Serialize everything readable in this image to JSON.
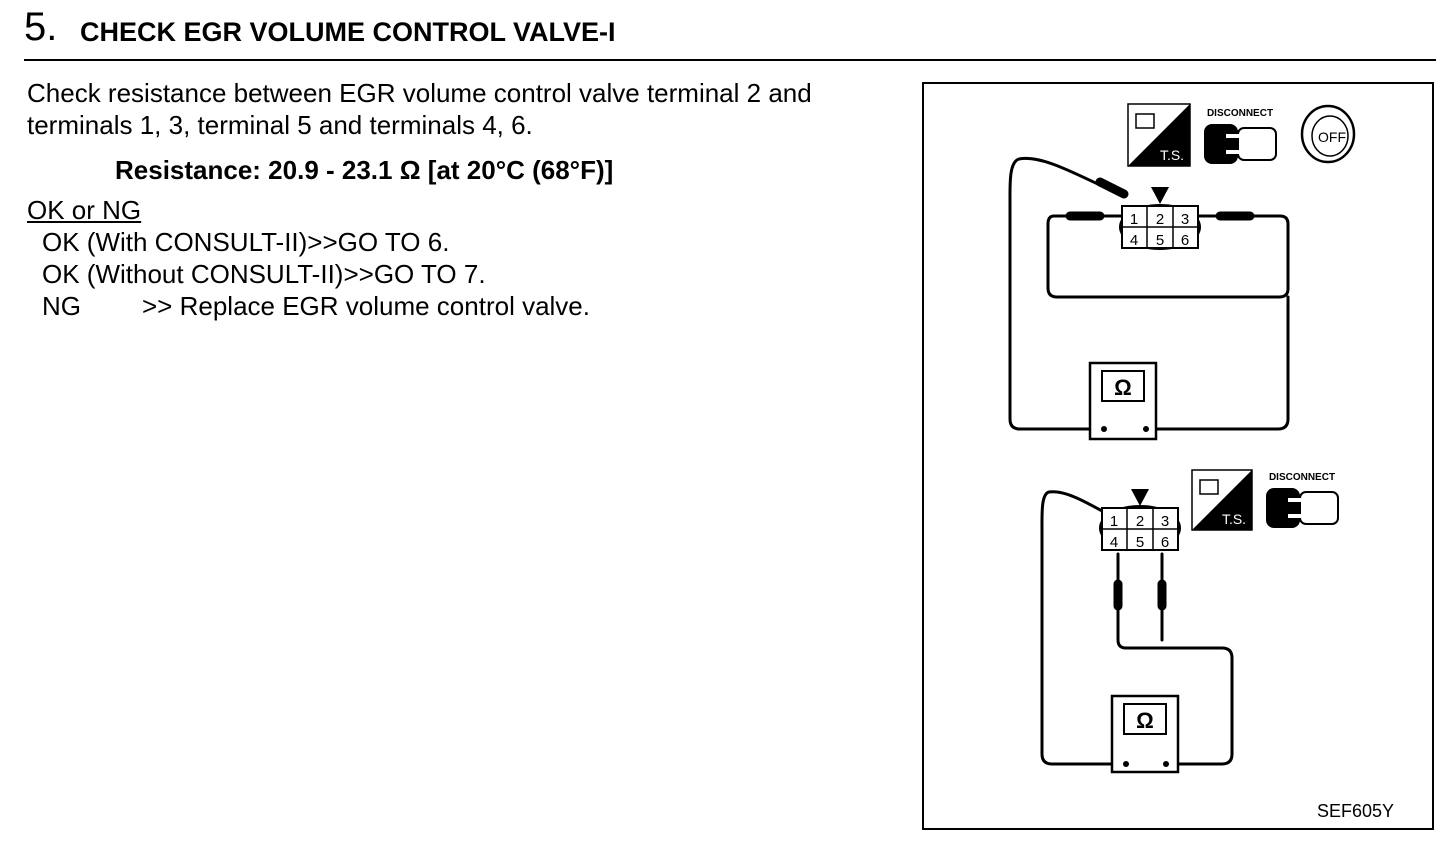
{
  "header": {
    "step_number": "5.",
    "title": "CHECK EGR VOLUME CONTROL VALVE-I"
  },
  "instruction": {
    "line1": "Check resistance between EGR volume control valve terminal 2 and",
    "line2": "terminals 1, 3, terminal 5 and terminals 4, 6."
  },
  "spec": "Resistance: 20.9 - 23.1 Ω [at 20°C (68°F)]",
  "results": {
    "heading": "OK or NG",
    "ok_consult": "OK (With CONSULT-II)>>GO TO 6.",
    "ok_no_consult": "OK (Without CONSULT-II)>>GO TO 7.",
    "ng_label": "NG",
    "ng_action": ">> Replace EGR volume control valve."
  },
  "figure": {
    "id": "SEF605Y",
    "disconnect_label": "DISCONNECT",
    "ts_label": "T.S.",
    "off_label": "OFF",
    "ohm_symbol": "Ω",
    "terminals": [
      "1",
      "2",
      "3",
      "4",
      "5",
      "6"
    ]
  }
}
